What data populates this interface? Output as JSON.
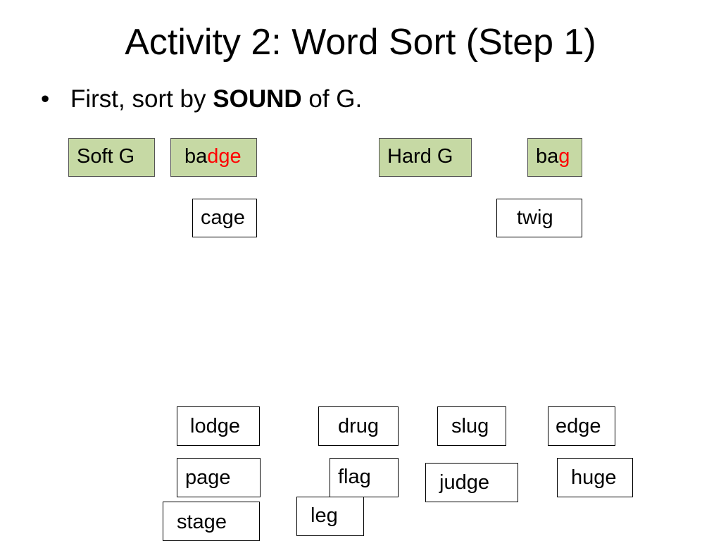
{
  "slide": {
    "title": "Activity 2: Word Sort (Step 1)",
    "bullet": {
      "marker": "•",
      "before": "First, sort by ",
      "bold": "SOUND",
      "after": " of G."
    }
  },
  "headers": {
    "soft_label": "Soft G",
    "soft_example": {
      "plain": "ba",
      "accent": "dge"
    },
    "hard_label": "Hard G",
    "hard_example": {
      "plain": "ba",
      "accent": "g"
    }
  },
  "sorted": {
    "soft": [
      "cage"
    ],
    "hard": [
      "twig"
    ]
  },
  "word_bank": [
    "lodge",
    "drug",
    "slug",
    "edge",
    "page",
    "flag",
    "judge",
    "huge",
    "stage",
    "leg"
  ],
  "colors": {
    "header_fill": "#c6d9a4",
    "accent": "#ff0000"
  }
}
